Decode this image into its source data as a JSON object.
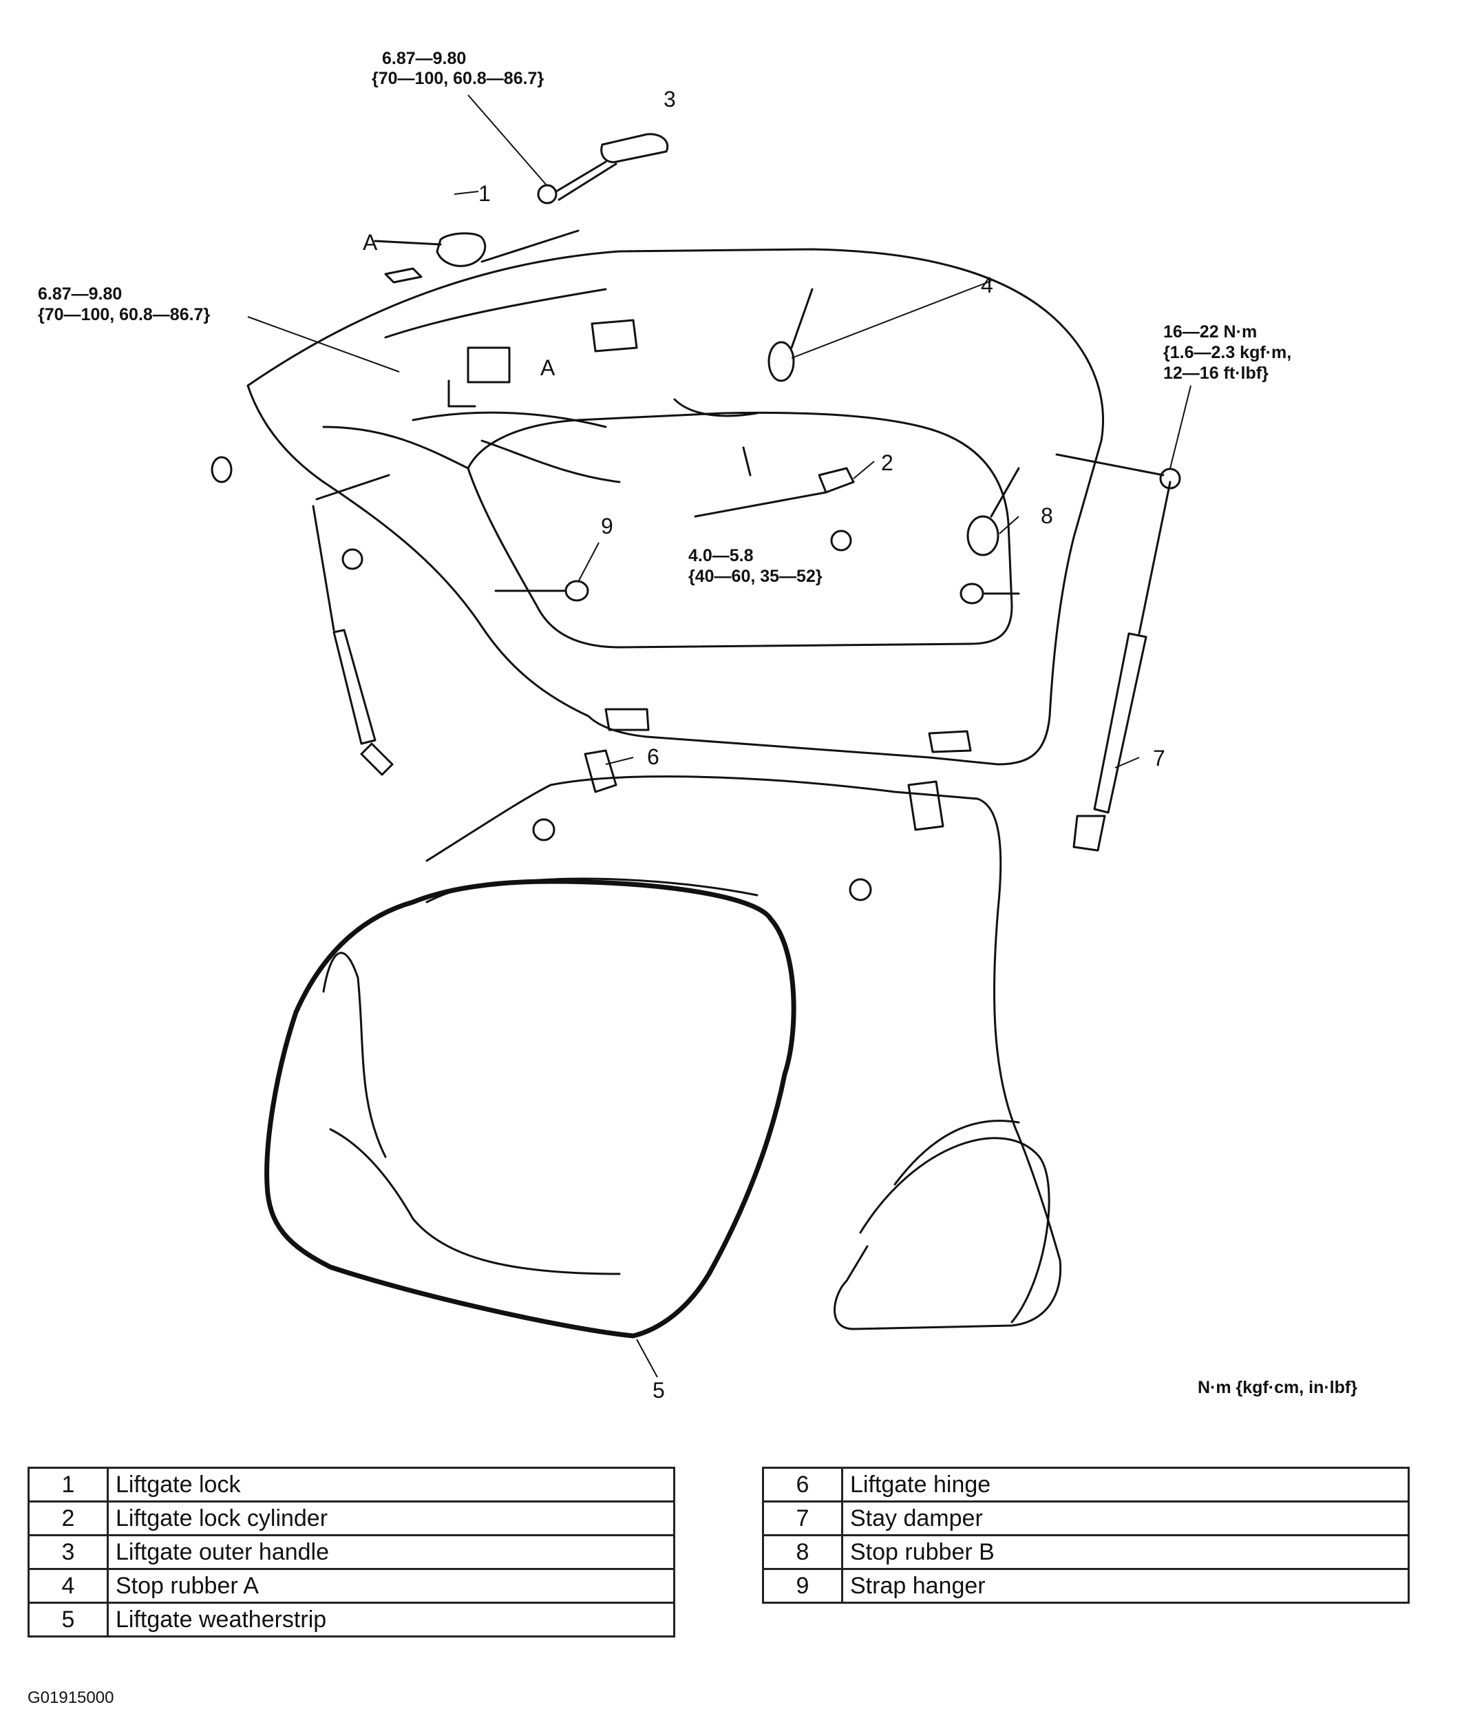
{
  "callouts": {
    "torque_handle": [
      "6.87—9.80",
      "{70—100, 60.8—86.7}"
    ],
    "torque_lock": [
      "6.87—9.80",
      "{70—100, 60.8—86.7}"
    ],
    "torque_damper": [
      "16—22  N·m",
      "{1.6—2.3 kgf·m,",
      "12—16 ft·lbf}"
    ],
    "torque_cylinder": [
      "4.0—5.8",
      "{40—60, 35—52}"
    ],
    "ref_a": "A",
    "units": "N·m {kgf·cm, in·lbf}",
    "numbers": [
      "1",
      "2",
      "3",
      "4",
      "5",
      "6",
      "7",
      "8",
      "9"
    ]
  },
  "parts_left": [
    {
      "no": "1",
      "name": "Liftgate lock"
    },
    {
      "no": "2",
      "name": "Liftgate lock cylinder"
    },
    {
      "no": "3",
      "name": "Liftgate outer handle"
    },
    {
      "no": "4",
      "name": "Stop rubber A"
    },
    {
      "no": "5",
      "name": "Liftgate weatherstrip"
    }
  ],
  "parts_right": [
    {
      "no": "6",
      "name": "Liftgate hinge"
    },
    {
      "no": "7",
      "name": "Stay damper"
    },
    {
      "no": "8",
      "name": "Stop rubber B"
    },
    {
      "no": "9",
      "name": "Strap hanger"
    }
  ],
  "doc_id": "G01915000"
}
